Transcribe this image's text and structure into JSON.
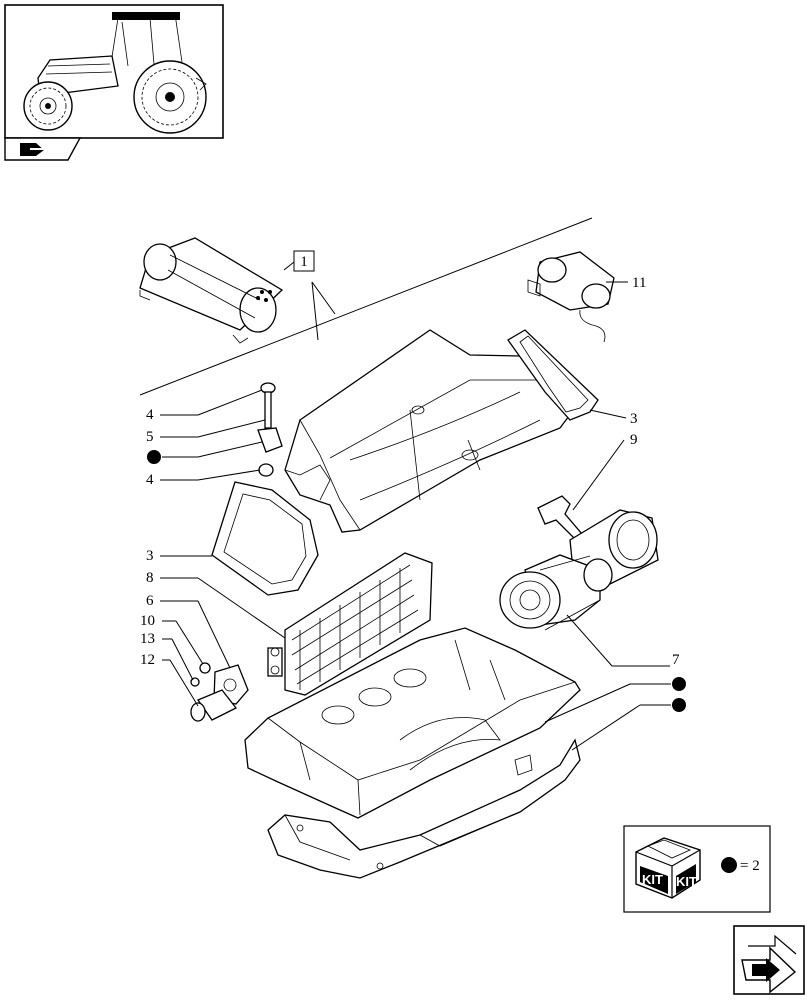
{
  "group_label": "1",
  "callouts": {
    "c11": "11",
    "c4a": "4",
    "c5": "5",
    "c4b": "4",
    "c3a": "3",
    "c9": "9",
    "c3b": "3",
    "c8": "8",
    "c6": "6",
    "c10": "10",
    "c13": "13",
    "c12": "12",
    "c7": "7"
  },
  "kit_box": {
    "kit_text_1": "KIT",
    "kit_text_2": "KIT",
    "equals_text": "= 2"
  },
  "icons": [
    "tractor-thumbnail-icon",
    "book-arrow-icon",
    "next-page-arrow-icon",
    "kit-box-icon"
  ]
}
